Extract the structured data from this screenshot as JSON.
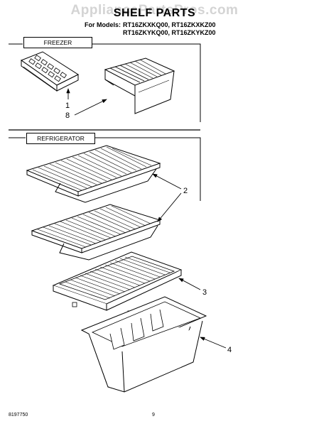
{
  "header": {
    "watermark": "AppliancePartsPros.com",
    "title": "SHELF PARTS",
    "models_prefix": "For Models:",
    "models_line1": "RT16ZKXKQ00, RT16ZKXKZ00",
    "models_line2": "RT16ZKYKQ00, RT16ZKYKZ00"
  },
  "sections": {
    "freezer_label": "FREEZER",
    "refrigerator_label": "REFRIGERATOR"
  },
  "callouts": {
    "c1": "1",
    "c8": "8",
    "c2": "2",
    "c3": "3",
    "c4": "4"
  },
  "footer": {
    "doc_number": "8197750",
    "page_number": "9"
  }
}
